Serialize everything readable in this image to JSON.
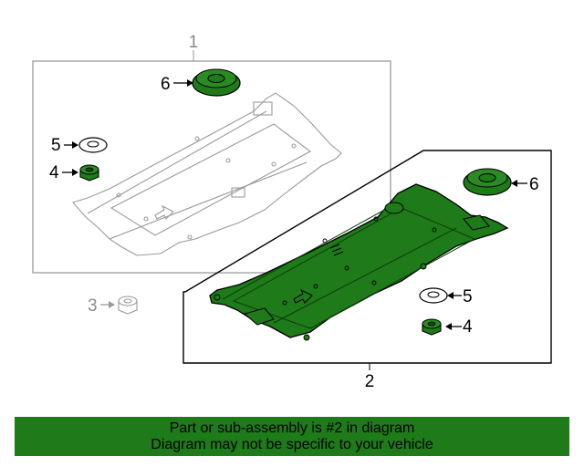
{
  "diagram": {
    "callouts": {
      "group1": "1",
      "group2": "2",
      "part3": "3",
      "part4_left": "4",
      "part5_left": "5",
      "part6_left": "6",
      "part4_right": "4",
      "part5_right": "5",
      "part6_right": "6"
    }
  },
  "banner": {
    "line1": "Part or sub-assembly is #2 in diagram",
    "line2": "Diagram may not be specific to your vehicle"
  },
  "colors": {
    "highlight_green": "#1f7a1a",
    "outline": "#000000",
    "faded_outline": "#9a9a9a"
  }
}
